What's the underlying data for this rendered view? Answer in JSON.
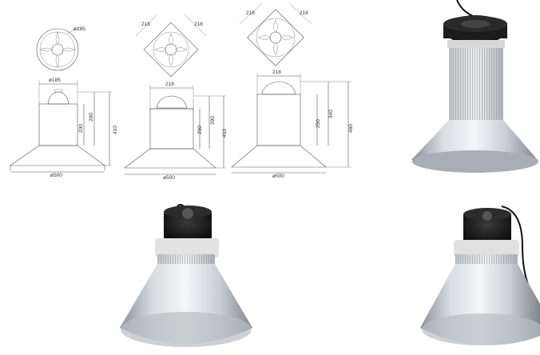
{
  "drawings": [
    {
      "top_dims": [
        "ø185"
      ],
      "width_dim": "ø185",
      "base_dim": "ø500",
      "heights": [
        "200",
        "290",
        "410"
      ]
    },
    {
      "top_dims": [
        "218",
        "218"
      ],
      "width_dim": "218",
      "base_dim": "ø500",
      "heights": [
        "200",
        "290",
        "410"
      ]
    },
    {
      "top_dims": [
        "218",
        "218"
      ],
      "width_dim": "218",
      "base_dim": "ø500",
      "heights": [
        "250",
        "340",
        "460"
      ]
    }
  ]
}
